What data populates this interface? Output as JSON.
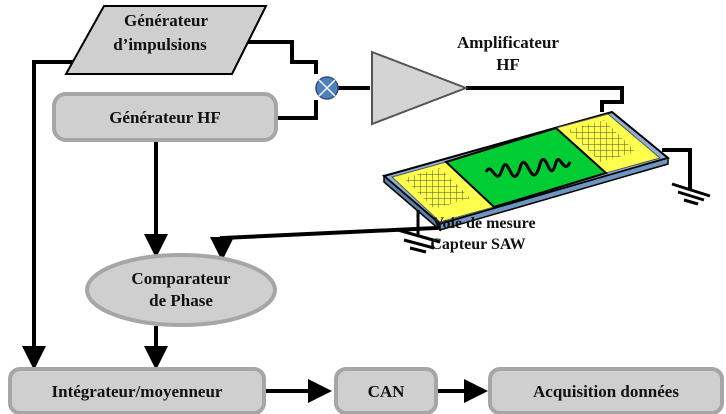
{
  "blocks": {
    "pulse_generator": {
      "line1": "Générateur",
      "line2": "d’impulsions"
    },
    "hf_generator": {
      "label": "Générateur HF"
    },
    "amplifier": {
      "line1": "Amplificateur",
      "line2": "HF"
    },
    "sensor": {
      "line1": "Voie de mesure",
      "line2": "Capteur SAW"
    },
    "phase_comparator": {
      "line1": "Comparateur",
      "line2": "de Phase"
    },
    "integrator": {
      "label": "Intégrateur/moyenneur"
    },
    "adc": {
      "label": "CAN"
    },
    "acquisition": {
      "label": "Acquisition données"
    }
  },
  "colors": {
    "box_fill": "#cfcfcf",
    "box_stroke": "#a6a6a6",
    "mixer_fill": "#4f81bd",
    "amplifier_fill": "#d4d4d4",
    "substrate": "#8eb0d6",
    "electrode_yellow": "#ffff4d",
    "delay_green": "#00cc33"
  },
  "icons": [
    "mixer-icon",
    "amplifier-triangle-icon",
    "ground-icon",
    "saw-sensor-icon"
  ]
}
